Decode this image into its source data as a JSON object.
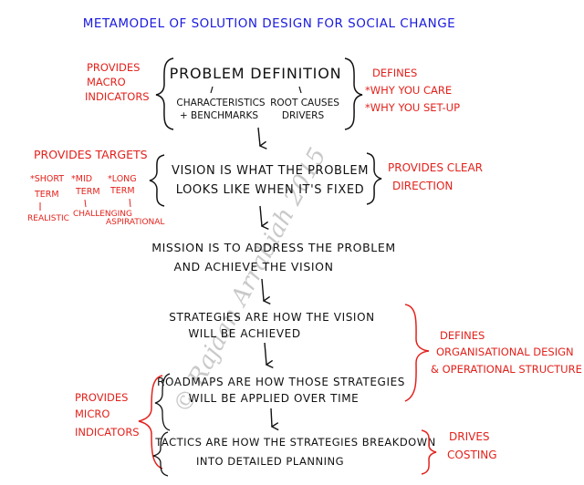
{
  "colors": {
    "ink": "#111111",
    "title": "#1a1adf",
    "annotation": "#e3221c",
    "watermark": "#c9c9c9"
  },
  "title": "METAMODEL OF SOLUTION DESIGN FOR SOCIAL CHANGE",
  "watermark": "© Rajaan Arrabiah 2015",
  "nodes": {
    "problem": {
      "heading": "PROBLEM DEFINITION",
      "sub_left_1": "CHARACTERISTICS",
      "sub_left_2": "+ BENCHMARKS",
      "sub_right_1": "ROOT CAUSES",
      "sub_right_2": "DRIVERS"
    },
    "vision": {
      "line1": "VISION IS WHAT THE PROBLEM",
      "line2": "LOOKS LIKE WHEN IT'S FIXED"
    },
    "mission": {
      "line1": "MISSION IS TO ADDRESS THE PROBLEM",
      "line2": "AND ACHIEVE THE VISION"
    },
    "strategies": {
      "line1": "STRATEGIES ARE HOW THE VISION",
      "line2": "WILL BE ACHIEVED"
    },
    "roadmaps": {
      "line1": "ROADMAPS ARE HOW THOSE STRATEGIES",
      "line2": "WILL BE APPLIED OVER TIME"
    },
    "tactics": {
      "line1": "TACTICS ARE HOW THE STRATEGIES BREAKDOWN",
      "line2": "INTO DETAILED PLANNING"
    }
  },
  "annotations": {
    "macro": [
      "PROVIDES",
      "MACRO",
      "INDICATORS"
    ],
    "defines_why": [
      "DEFINES",
      "*WHY YOU CARE",
      "*WHY YOU SET-UP"
    ],
    "targets": {
      "heading": "PROVIDES TARGETS",
      "short": [
        "*SHORT",
        "TERM",
        "REALISTIC"
      ],
      "mid": [
        "*MID",
        "TERM",
        "CHALLENGING"
      ],
      "long": [
        "*LONG",
        "TERM",
        "ASPIRATIONAL"
      ]
    },
    "direction": [
      "PROVIDES CLEAR",
      "DIRECTION"
    ],
    "org_design": [
      "DEFINES",
      "ORGANISATIONAL DESIGN",
      "& OPERATIONAL STRUCTURE"
    ],
    "micro": [
      "PROVIDES",
      "MICRO",
      "INDICATORS"
    ],
    "costing": [
      "DRIVES",
      "COSTING"
    ]
  }
}
